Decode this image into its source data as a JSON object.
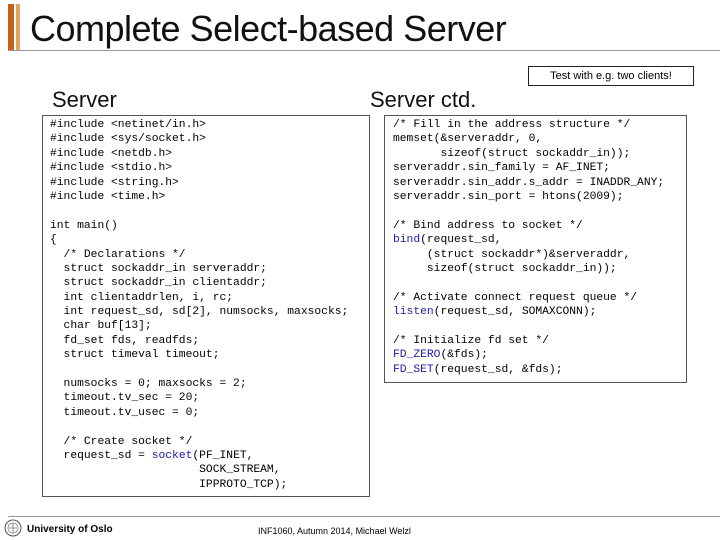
{
  "title": "Complete Select-based Server",
  "callout": "Test with e.g. two clients!",
  "left_heading": "Server",
  "right_heading": "Server ctd.",
  "left_code": [
    "#include <netinet/in.h>",
    "#include <sys/socket.h>",
    "#include <netdb.h>",
    "#include <stdio.h>",
    "#include <string.h>",
    "#include <time.h>",
    "",
    "int main()",
    "{",
    "  /* Declarations */",
    "  struct sockaddr_in serveraddr;",
    "  struct sockaddr_in clientaddr;",
    "  int clientaddrlen, i, rc;",
    "  int request_sd, sd[2], numsocks, maxsocks;",
    "  char buf[13];",
    "  fd_set fds, readfds;",
    "  struct timeval timeout;",
    "",
    "  numsocks = 0; maxsocks = 2;",
    "  timeout.tv_sec = 20;",
    "  timeout.tv_usec = 0;",
    "",
    "  /* Create socket */",
    "  request_sd = socket(PF_INET,",
    "                      SOCK_STREAM,",
    "                      IPPROTO_TCP);"
  ],
  "right_code": [
    "/* Fill in the address structure */",
    "memset(&serveraddr, 0,",
    "       sizeof(struct sockaddr_in));",
    "serveraddr.sin_family = AF_INET;",
    "serveraddr.sin_addr.s_addr = INADDR_ANY;",
    "serveraddr.sin_port = htons(2009);",
    "",
    "/* Bind address to socket */",
    "bind(request_sd,",
    "     (struct sockaddr*)&serveraddr,",
    "     sizeof(struct sockaddr_in));",
    "",
    "/* Activate connect request queue */",
    "listen(request_sd, SOMAXCONN);",
    "",
    "/* Initialize fd set */",
    "FD_ZERO(&fds);",
    "FD_SET(request_sd, &fds);"
  ],
  "footer": {
    "university": "University of Oslo",
    "course": "INF1060,  Autumn 2014,  Michael Welzl"
  },
  "colors": {
    "accent": "#c8601a",
    "function_highlight": "#1a1aa6"
  }
}
